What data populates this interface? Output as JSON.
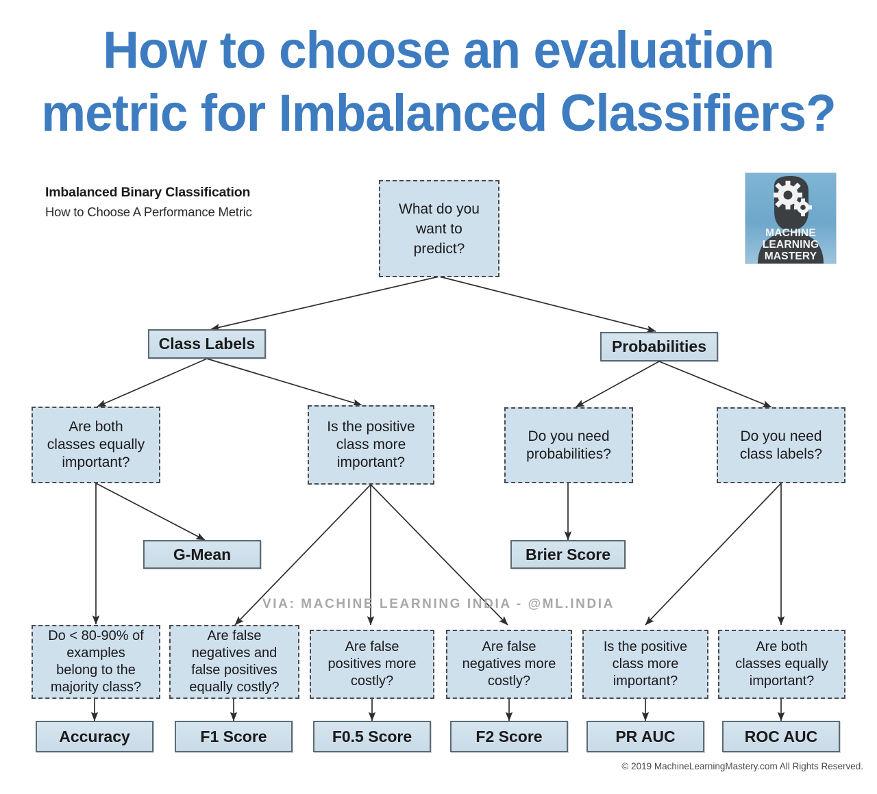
{
  "title": {
    "line1": "How to choose an evaluation",
    "line2": "metric for Imbalanced Classifiers?",
    "color": "#3d7cc0"
  },
  "header": {
    "heading": "Imbalanced Binary Classification",
    "subheading": "How to Choose A Performance Metric"
  },
  "logo": {
    "line1": "MACHINE",
    "line2": "LEARNING",
    "line3": "MASTERY",
    "alt": "machine-learning-mastery-logo"
  },
  "watermark": "VIA: MACHINE LEARNING INDIA - @ML.INDIA",
  "copyright": "© 2019 MachineLearningMastery.com All Rights Reserved.",
  "colors": {
    "node_fill": "#cfe0ed",
    "decision_border": "#4b4b4b",
    "terminal_border": "#5a6b75",
    "edge": "#3a3a3a",
    "title_blue": "#3d7cc0",
    "watermark_gray": "#a8a8a8"
  },
  "chart_data": {
    "type": "diagram",
    "title": "Imbalanced Binary Classification - How to Choose A Performance Metric",
    "nodes": [
      {
        "id": "root",
        "text": "What do you\nwant to\npredict?",
        "kind": "decision"
      },
      {
        "id": "class_labels",
        "text": "Class Labels",
        "kind": "label"
      },
      {
        "id": "probabilities",
        "text": "Probabilities",
        "kind": "label"
      },
      {
        "id": "d_both_equal",
        "text": "Are both\nclasses equally\nimportant?",
        "kind": "decision"
      },
      {
        "id": "d_pos_more",
        "text": "Is the positive\nclass more\nimportant?",
        "kind": "decision"
      },
      {
        "id": "d_need_prob",
        "text": "Do you need\nprobabilities?",
        "kind": "decision"
      },
      {
        "id": "d_need_lab",
        "text": "Do you need\nclass labels?",
        "kind": "decision"
      },
      {
        "id": "gmean",
        "text": "G-Mean",
        "kind": "terminal"
      },
      {
        "id": "brier",
        "text": "Brier Score",
        "kind": "terminal"
      },
      {
        "id": "d_8090",
        "text": "Do < 80-90% of\nexamples\nbelong to the\nmajority class?",
        "kind": "decision"
      },
      {
        "id": "d_fnfp",
        "text": "Are false\nnegatives and\nfalse positives\nequally costly?",
        "kind": "decision"
      },
      {
        "id": "d_fp_costly",
        "text": "Are false\npositives more\ncostly?",
        "kind": "decision"
      },
      {
        "id": "d_fn_costly",
        "text": "Are false\nnegatives more\ncostly?",
        "kind": "decision"
      },
      {
        "id": "d_pos_more2",
        "text": "Is the positive\nclass more\nimportant?",
        "kind": "decision"
      },
      {
        "id": "d_both_eq2",
        "text": "Are both\nclasses equally\nimportant?",
        "kind": "decision"
      },
      {
        "id": "accuracy",
        "text": "Accuracy",
        "kind": "terminal"
      },
      {
        "id": "f1",
        "text": "F1 Score",
        "kind": "terminal"
      },
      {
        "id": "f05",
        "text": "F0.5 Score",
        "kind": "terminal"
      },
      {
        "id": "f2",
        "text": "F2 Score",
        "kind": "terminal"
      },
      {
        "id": "prauc",
        "text": "PR AUC",
        "kind": "terminal"
      },
      {
        "id": "rocauc",
        "text": "ROC AUC",
        "kind": "terminal"
      }
    ],
    "edges": [
      [
        "root",
        "class_labels"
      ],
      [
        "root",
        "probabilities"
      ],
      [
        "class_labels",
        "d_both_equal"
      ],
      [
        "class_labels",
        "d_pos_more"
      ],
      [
        "probabilities",
        "d_need_prob"
      ],
      [
        "probabilities",
        "d_need_lab"
      ],
      [
        "d_both_equal",
        "gmean"
      ],
      [
        "d_both_equal",
        "d_8090"
      ],
      [
        "d_pos_more",
        "d_fnfp"
      ],
      [
        "d_pos_more",
        "d_fp_costly"
      ],
      [
        "d_pos_more",
        "d_fn_costly"
      ],
      [
        "d_need_prob",
        "brier"
      ],
      [
        "d_need_lab",
        "d_pos_more2"
      ],
      [
        "d_need_lab",
        "d_both_eq2"
      ],
      [
        "d_8090",
        "accuracy"
      ],
      [
        "d_fnfp",
        "f1"
      ],
      [
        "d_fp_costly",
        "f05"
      ],
      [
        "d_fn_costly",
        "f2"
      ],
      [
        "d_pos_more2",
        "prauc"
      ],
      [
        "d_both_eq2",
        "rocauc"
      ]
    ]
  },
  "nodes": {
    "root": {
      "l1": "What do you",
      "l2": "want to",
      "l3": "predict?"
    },
    "class_labels": {
      "text": "Class Labels"
    },
    "probabilities": {
      "text": "Probabilities"
    },
    "d_both_equal": {
      "l1": "Are both",
      "l2": "classes equally",
      "l3": "important?"
    },
    "d_pos_more": {
      "l1": "Is the positive",
      "l2": "class more",
      "l3": "important?"
    },
    "d_need_prob": {
      "l1": "Do you need",
      "l2": "probabilities?"
    },
    "d_need_lab": {
      "l1": "Do you need",
      "l2": "class labels?"
    },
    "gmean": {
      "text": "G-Mean"
    },
    "brier": {
      "text": "Brier Score"
    },
    "d_8090": {
      "l1": "Do < 80-90% of",
      "l2": "examples",
      "l3": "belong to the",
      "l4": "majority class?"
    },
    "d_fnfp": {
      "l1": "Are false",
      "l2": "negatives and",
      "l3": "false positives",
      "l4": "equally costly?"
    },
    "d_fp_costly": {
      "l1": "Are false",
      "l2": "positives more",
      "l3": "costly?"
    },
    "d_fn_costly": {
      "l1": "Are false",
      "l2": "negatives more",
      "l3": "costly?"
    },
    "d_pos_more2": {
      "l1": "Is the positive",
      "l2": "class more",
      "l3": "important?"
    },
    "d_both_eq2": {
      "l1": "Are both",
      "l2": "classes equally",
      "l3": "important?"
    },
    "accuracy": {
      "text": "Accuracy"
    },
    "f1": {
      "text": "F1 Score"
    },
    "f05": {
      "text": "F0.5 Score"
    },
    "f2": {
      "text": "F2 Score"
    },
    "prauc": {
      "text": "PR AUC"
    },
    "rocauc": {
      "text": "ROC AUC"
    }
  }
}
